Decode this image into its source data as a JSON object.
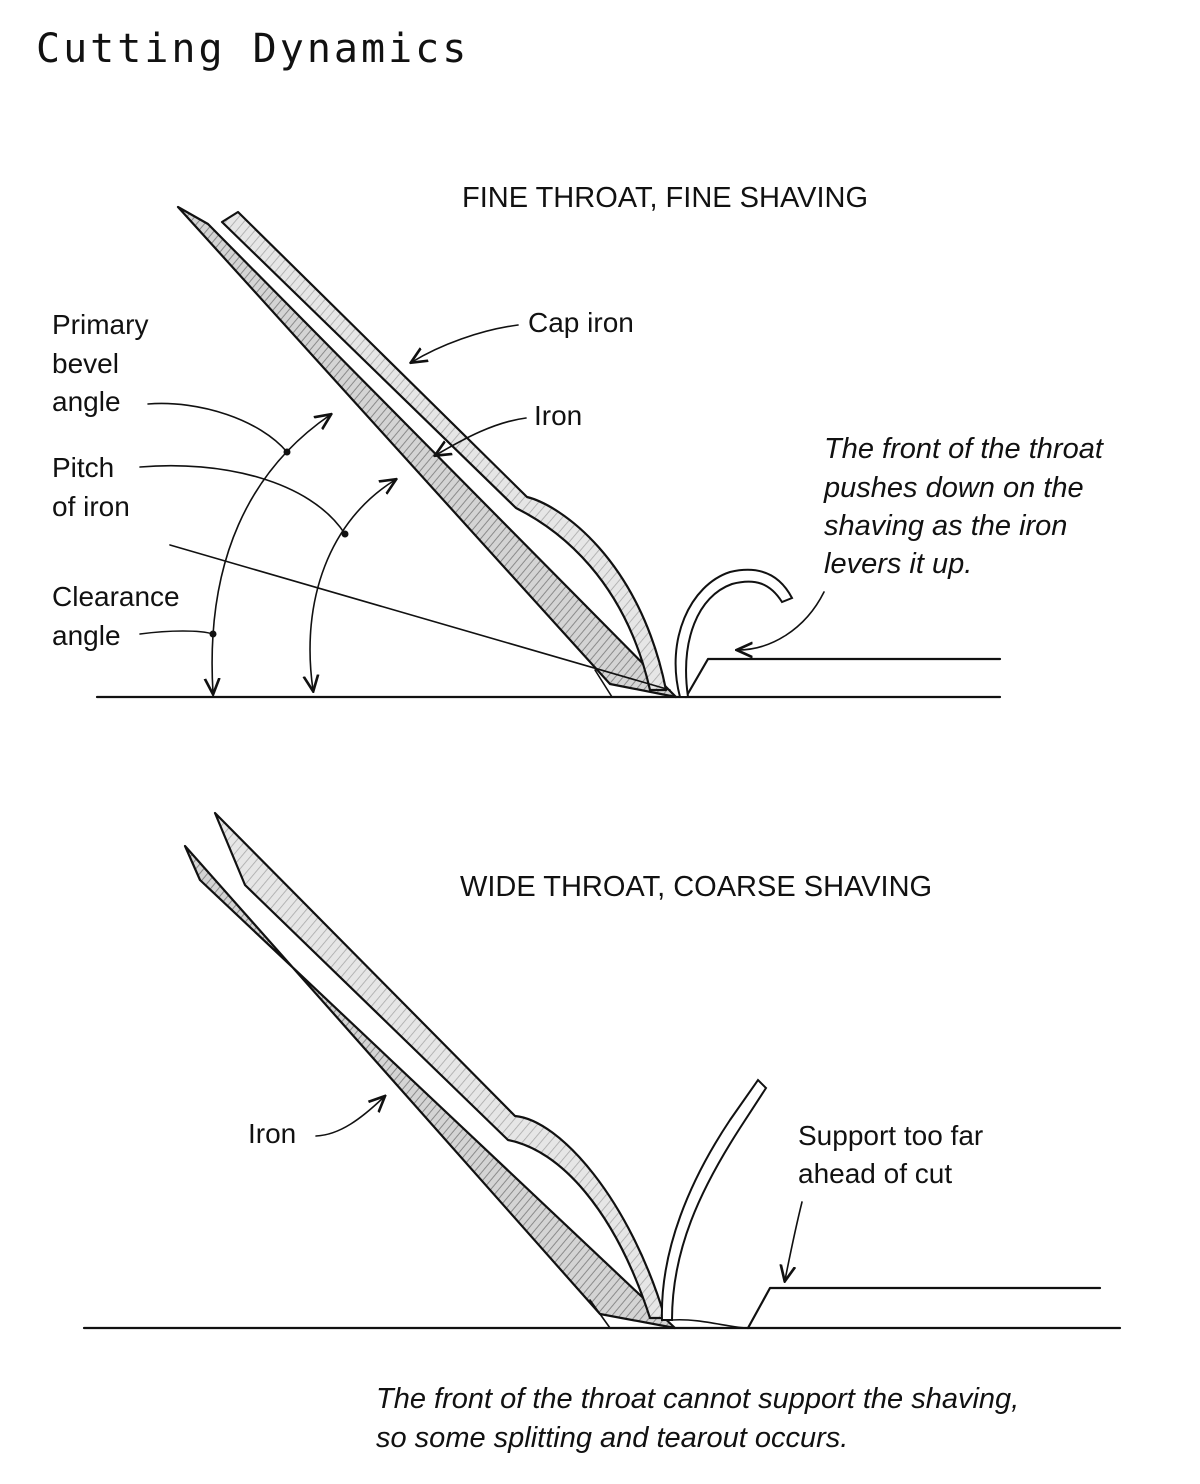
{
  "title": "Cutting Dynamics",
  "top": {
    "heading": "FINE THROAT, FINE SHAVING",
    "labels": {
      "primary_bevel_angle": [
        "Primary",
        "bevel",
        "angle"
      ],
      "pitch_of_iron": [
        "Pitch",
        "of iron"
      ],
      "clearance_angle": [
        "Clearance",
        "angle"
      ],
      "cap_iron": "Cap iron",
      "iron": "Iron"
    },
    "note": [
      "The front of the throat",
      "pushes down on the",
      "shaving as the iron",
      "levers it up."
    ]
  },
  "bottom": {
    "heading": "WIDE THROAT, COARSE SHAVING",
    "labels": {
      "iron": "Iron",
      "support": [
        "Support too far",
        "ahead of cut"
      ]
    },
    "note": [
      "The front of the throat cannot support the shaving,",
      "so some splitting and tearout occurs."
    ]
  },
  "colors": {
    "ink": "#111111",
    "paper": "#ffffff",
    "shade": "#9a9a9a"
  }
}
